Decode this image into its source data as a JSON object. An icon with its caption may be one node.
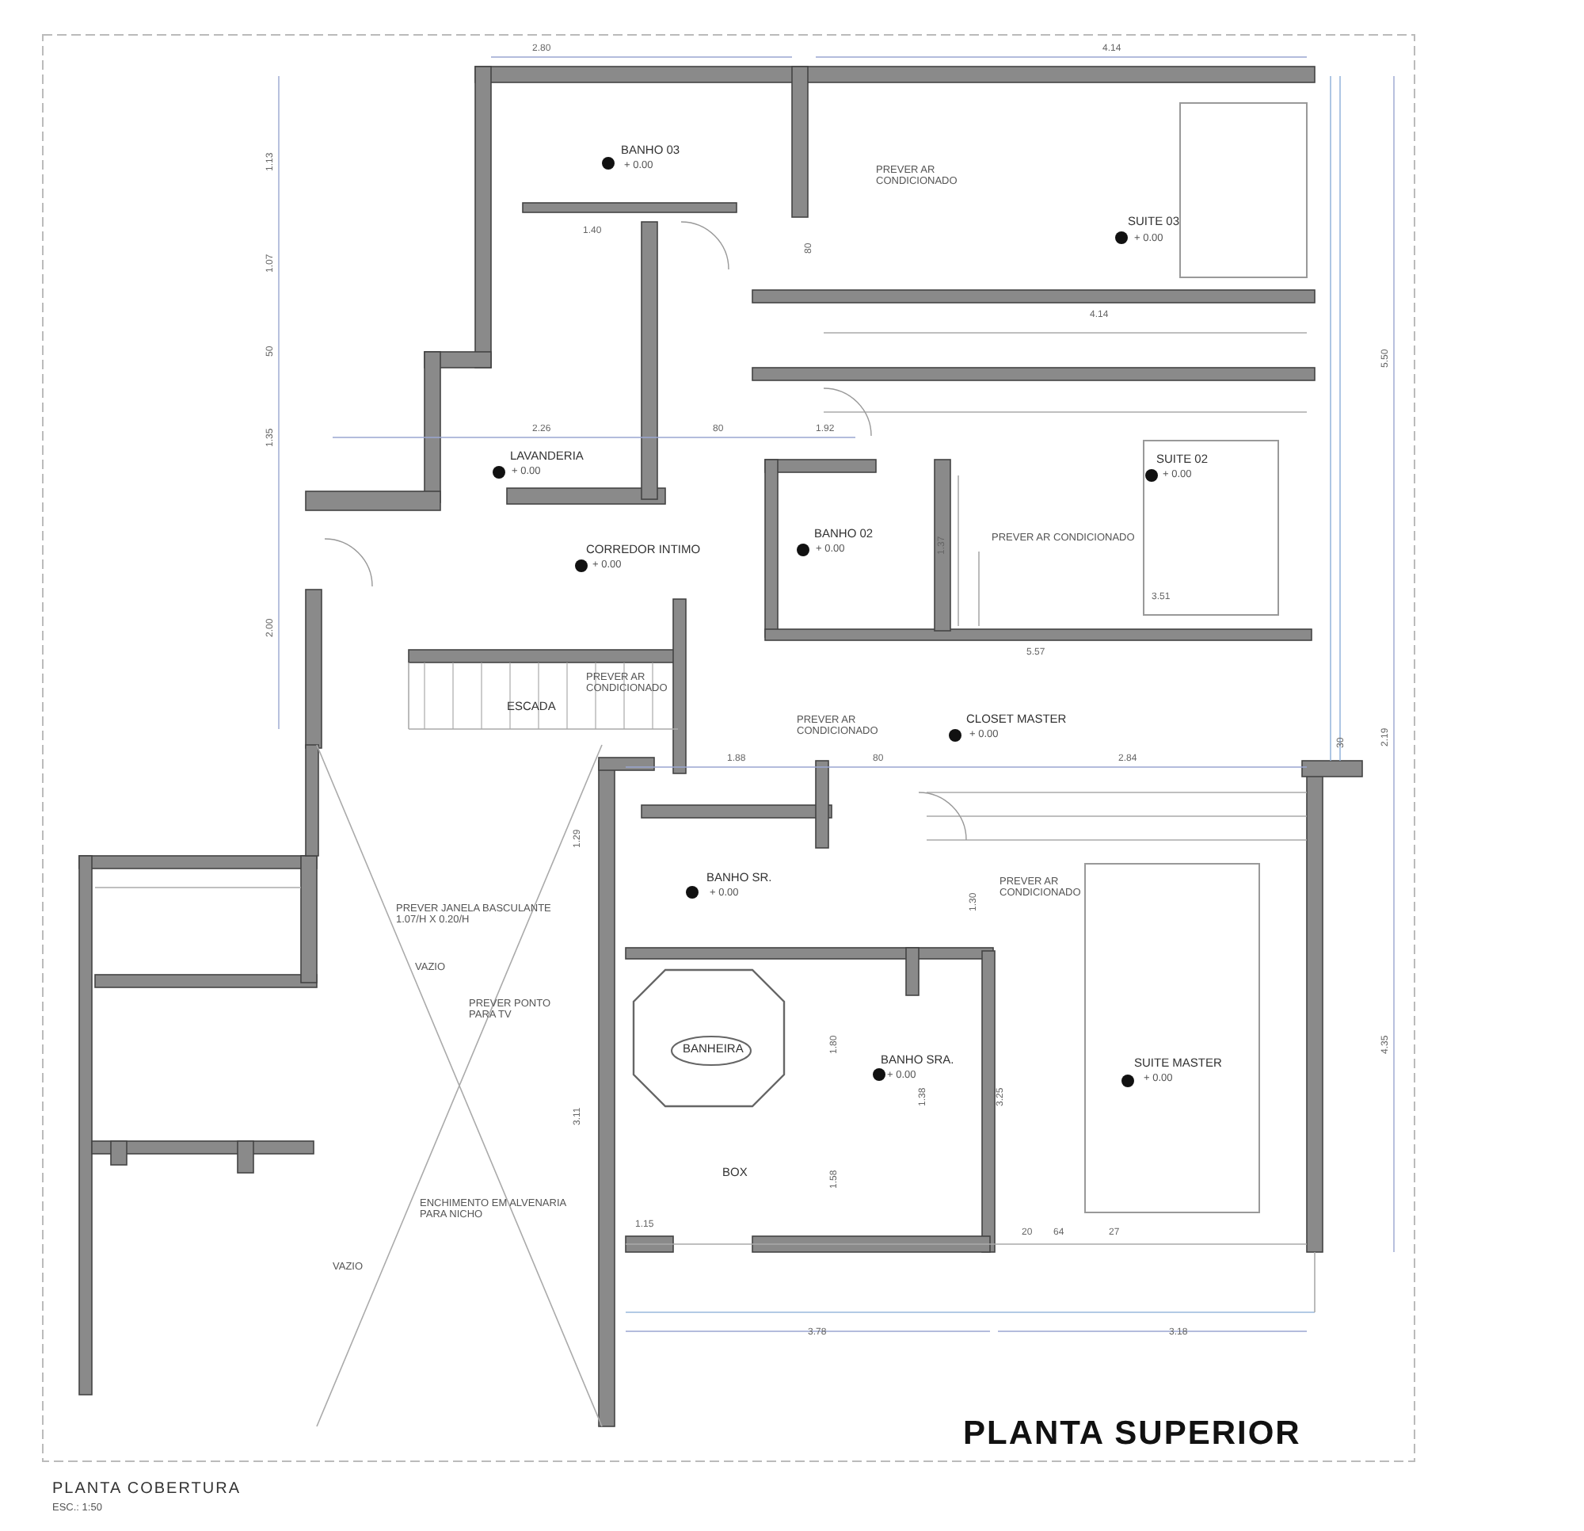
{
  "diagram": {
    "title": "PLANTA SUPERIOR",
    "labels": [
      "2.80",
      "4.14",
      "1.13",
      "BANHO 03",
      "+ 0.00",
      "PREVER AR CONDICIONADO",
      "SUITE 03",
      "+ 0.00",
      "1.40",
      "80",
      "1.07",
      "4.14",
      "50",
      "5.50",
      "2.26",
      "80",
      "1.92",
      "1.35",
      "LAVANDERIA",
      "+ 0.00",
      "SUITE 02",
      "+ 0.00",
      "BANHO 02",
      "+ 0.00",
      "1.37",
      "CORREDOR INTIMO",
      "+ 0.00",
      "PREVER AR CONDICIONADO",
      "3.51",
      "2.00",
      "5.57",
      "PREVER AR CONDICIONADO",
      "ESCADA",
      "PREVER AR CONDICIONADO",
      "CLOSET MASTER",
      "+ 0.00",
      "2.19",
      "30",
      "1.88",
      "80",
      "2.84",
      "BANHO SR.",
      "+ 0.00",
      "PREVER AR CONDICIONADO",
      "1.29",
      "1.30",
      "PREVER JANELA BASCULANTE 1.07/H X 0.20/H",
      "VAZIO",
      "PREVER PONTO PARA TV",
      "BANHEIRA",
      "1.80",
      "BANHO SRA.",
      "+ 0.00",
      "4.35",
      "SUITE MASTER",
      "+ 0.00",
      "1.38",
      "3.25",
      "3.11",
      "ENCHIMENTO EM ALVENARIA PARA NICHO",
      "BOX",
      "1.58",
      "1.15",
      "20",
      "64",
      "27",
      "VAZIO",
      "3.78",
      "3.18",
      "PLANTA COBERTURA",
      "ESC.: 1:50"
    ]
  }
}
